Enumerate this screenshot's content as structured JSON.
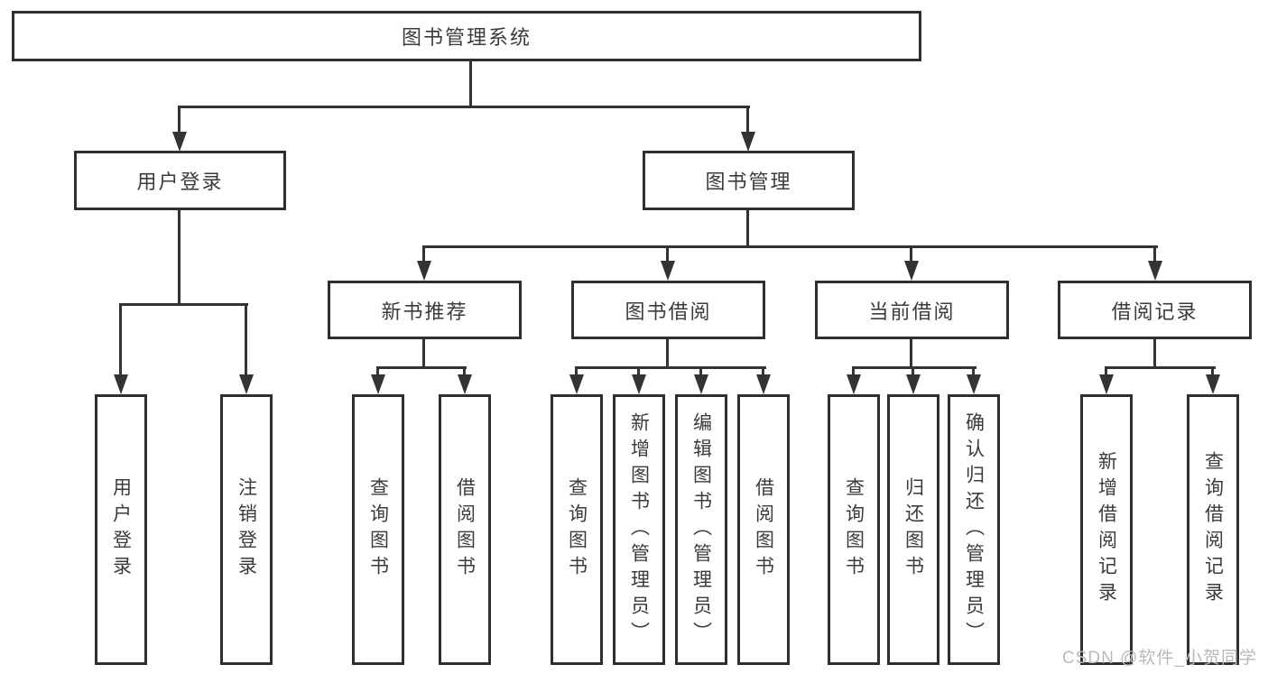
{
  "diagram": {
    "root": {
      "label": "图书管理系统",
      "children": [
        {
          "label": "用户登录",
          "children": [
            {
              "label": "用户登录"
            },
            {
              "label": "注销登录"
            }
          ]
        },
        {
          "label": "图书管理",
          "children": [
            {
              "label": "新书推荐",
              "children": [
                {
                  "label": "查询图书"
                },
                {
                  "label": "借阅图书"
                }
              ]
            },
            {
              "label": "图书借阅",
              "children": [
                {
                  "label": "查询图书"
                },
                {
                  "label": "新增图书（管理员）"
                },
                {
                  "label": "编辑图书（管理员）"
                },
                {
                  "label": "借阅图书"
                }
              ]
            },
            {
              "label": "当前借阅",
              "children": [
                {
                  "label": "查询图书"
                },
                {
                  "label": "归还图书"
                },
                {
                  "label": "确认归还（管理员）"
                }
              ]
            },
            {
              "label": "借阅记录",
              "children": [
                {
                  "label": "新增借阅记录"
                },
                {
                  "label": "查询借阅记录"
                }
              ]
            }
          ]
        }
      ]
    }
  },
  "watermark": "CSDN @软件_小贺同学",
  "colors": {
    "line": "#333333",
    "border": "#2f2f2f",
    "text": "#3b3b3b",
    "watermark": "#b9b9b9",
    "background": "#ffffff"
  }
}
